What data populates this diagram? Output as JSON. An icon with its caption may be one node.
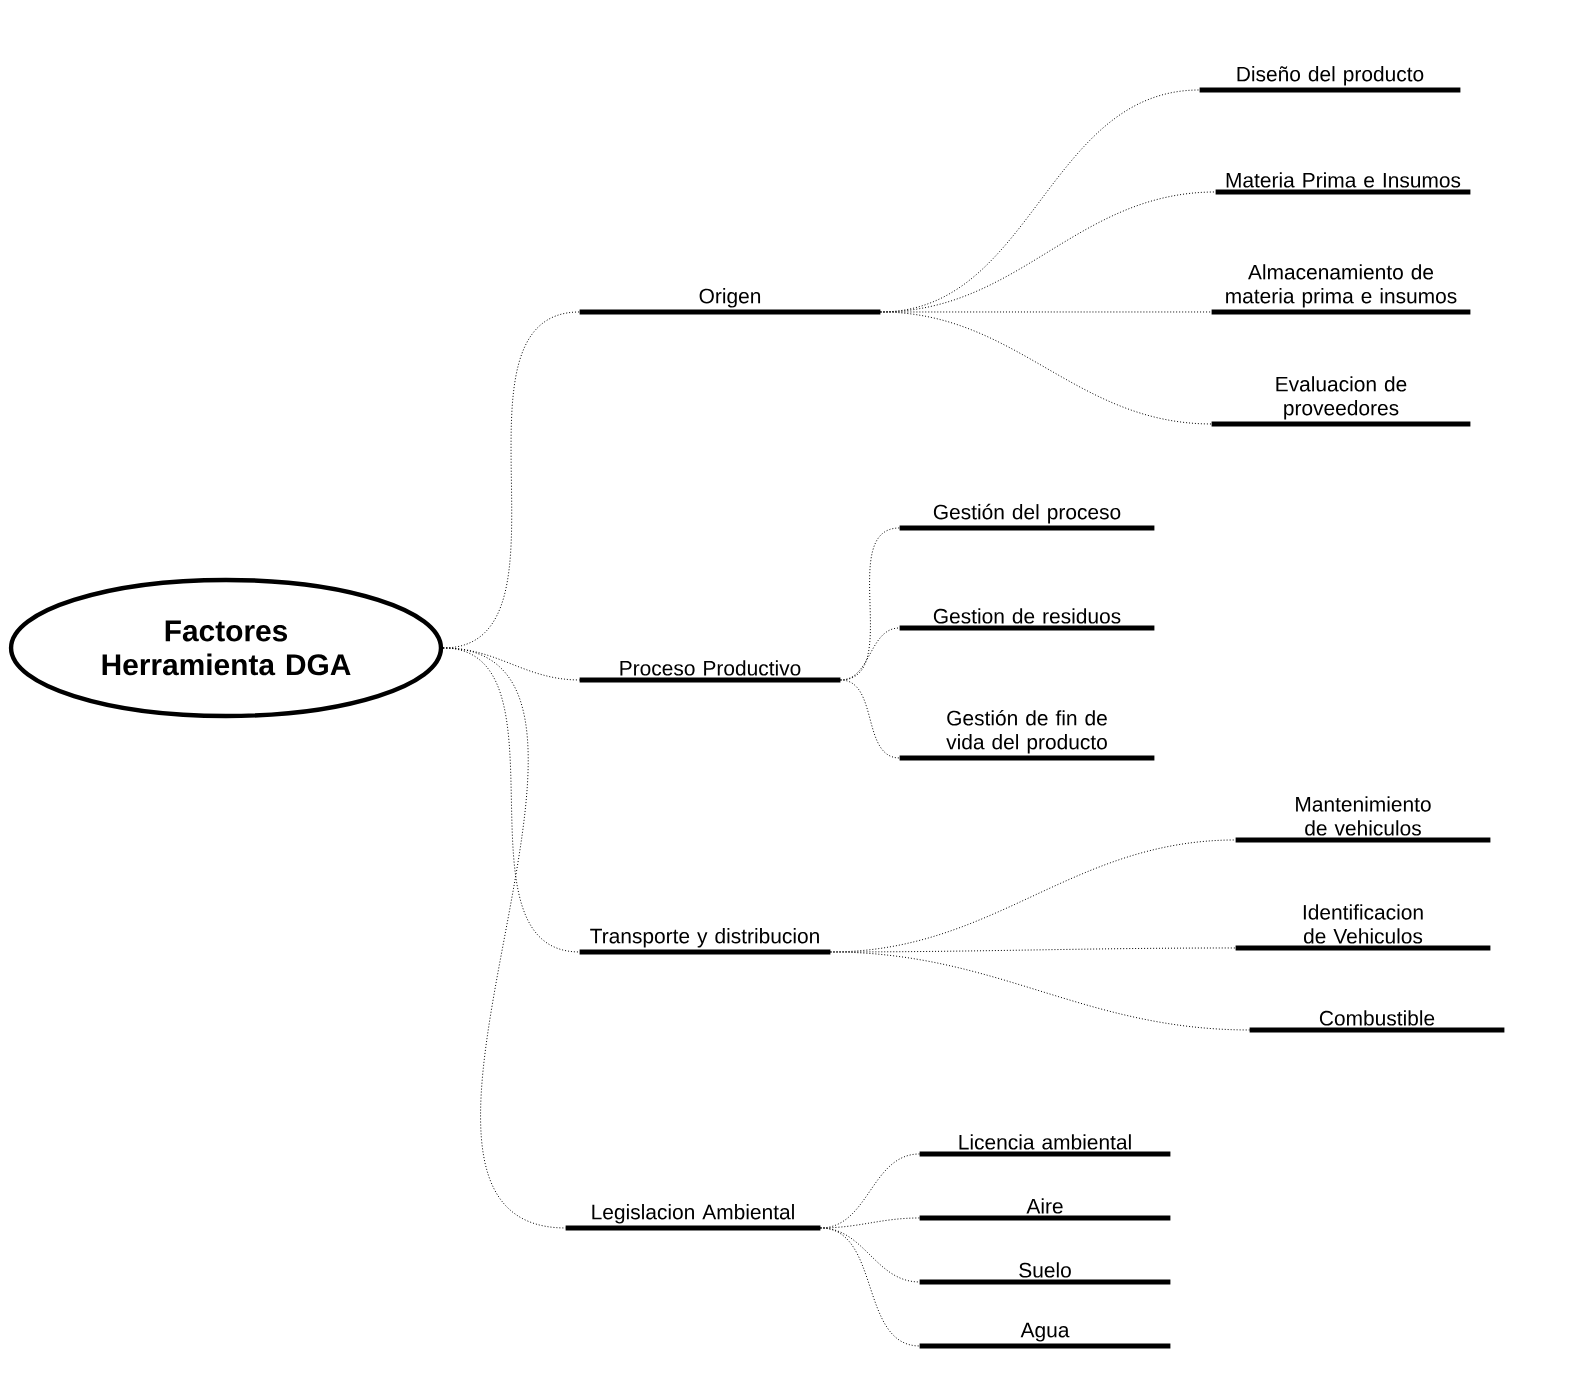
{
  "diagram": {
    "nodes": [
      {
        "text": [
          "Factores Herramienta DGA"
        ]
      },
      {
        "text": [
          "Origen"
        ]
      },
      {
        "text": [
          "Diseño del producto"
        ]
      },
      {
        "text": [
          "Materia Prima e Insumos"
        ]
      },
      {
        "text": [
          "Almacenamiento de materia prima e insumos"
        ]
      },
      {
        "text": [
          "Evaluacion de proveedores"
        ]
      },
      {
        "text": [
          "Proceso Productivo"
        ]
      },
      {
        "text": [
          "Gestión del proceso"
        ]
      },
      {
        "text": [
          "Gestion de residuos"
        ]
      },
      {
        "text": [
          "Gestión de fin de vida del producto"
        ]
      },
      {
        "text": [
          "Transporte y distribucion"
        ]
      },
      {
        "text": [
          "Mantenimiento de vehiculos"
        ]
      },
      {
        "text": [
          "Identificacion de Vehiculos"
        ]
      },
      {
        "text": [
          "Combustible"
        ]
      },
      {
        "text": [
          "Legislacion Ambiental"
        ]
      },
      {
        "text": [
          "Licencia ambiental"
        ]
      },
      {
        "text": [
          "Aire"
        ]
      },
      {
        "text": [
          "Suelo"
        ]
      },
      {
        "text": [
          "Agua"
        ]
      }
    ],
    "edges": [
      {
        "from": 0,
        "to": 1,
        "arrow": "none"
      },
      {
        "from": 1,
        "to": 2,
        "arrow": "none"
      },
      {
        "from": 1,
        "to": 3,
        "arrow": "none"
      },
      {
        "from": 1,
        "to": 4,
        "arrow": "none"
      },
      {
        "from": 1,
        "to": 5,
        "arrow": "none"
      },
      {
        "from": 0,
        "to": 6,
        "arrow": "none"
      },
      {
        "from": 6,
        "to": 7,
        "arrow": "none"
      },
      {
        "from": 6,
        "to": 8,
        "arrow": "none"
      },
      {
        "from": 6,
        "to": 9,
        "arrow": "none"
      },
      {
        "from": 0,
        "to": 10,
        "arrow": "none"
      },
      {
        "from": 10,
        "to": 11,
        "arrow": "none"
      },
      {
        "from": 10,
        "to": 12,
        "arrow": "none"
      },
      {
        "from": 10,
        "to": 13,
        "arrow": "none"
      },
      {
        "from": 0,
        "to": 14,
        "arrow": "none"
      },
      {
        "from": 14,
        "to": 15,
        "arrow": "none"
      },
      {
        "from": 14,
        "to": 16,
        "arrow": "none"
      },
      {
        "from": 14,
        "to": 17,
        "arrow": "none"
      },
      {
        "from": 14,
        "to": 18,
        "arrow": "none"
      }
    ]
  }
}
